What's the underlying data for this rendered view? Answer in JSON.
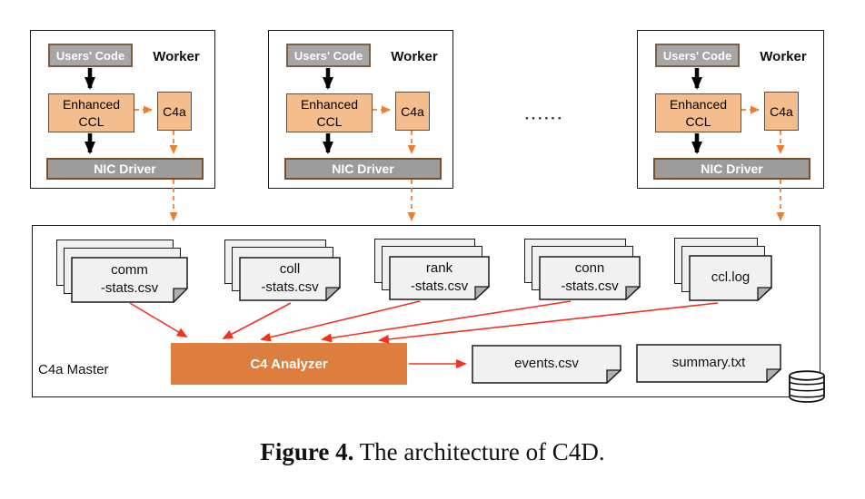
{
  "workers": [
    {
      "title": "Worker",
      "users_code": "Users' Code",
      "ccl": "Enhanced\nCCL",
      "c4a": "C4a",
      "nic": "NIC Driver"
    },
    {
      "title": "Worker",
      "users_code": "Users' Code",
      "ccl": "Enhanced\nCCL",
      "c4a": "C4a",
      "nic": "NIC Driver"
    },
    {
      "title": "Worker",
      "users_code": "Users' Code",
      "ccl": "Enhanced\nCCL",
      "c4a": "C4a",
      "nic": "NIC Driver"
    }
  ],
  "ellipsis": "······",
  "master": {
    "label": "C4a Master",
    "analyzer_label": "C4 Analyzer",
    "files": [
      {
        "name": "comm\n-stats.csv"
      },
      {
        "name": "coll\n-stats.csv"
      },
      {
        "name": "rank\n-stats.csv"
      },
      {
        "name": "conn\n-stats.csv"
      },
      {
        "name": "ccl.log"
      }
    ],
    "outputs": [
      {
        "name": "events.csv"
      },
      {
        "name": "summary.txt"
      }
    ]
  },
  "caption": {
    "label": "Figure 4.",
    "text": "The architecture of C4D."
  },
  "colors": {
    "dashed_arrow_orange": "#ED7D31",
    "component_orange": "#F3BD8D",
    "analyzer_orange": "#DD7E3E",
    "gray_fill": "#A6A6A6",
    "red_arrow": "#F5301D",
    "slate_border": "#44546A",
    "brown_border": "#7B4F28",
    "page_fill": "#F1F1F1"
  }
}
